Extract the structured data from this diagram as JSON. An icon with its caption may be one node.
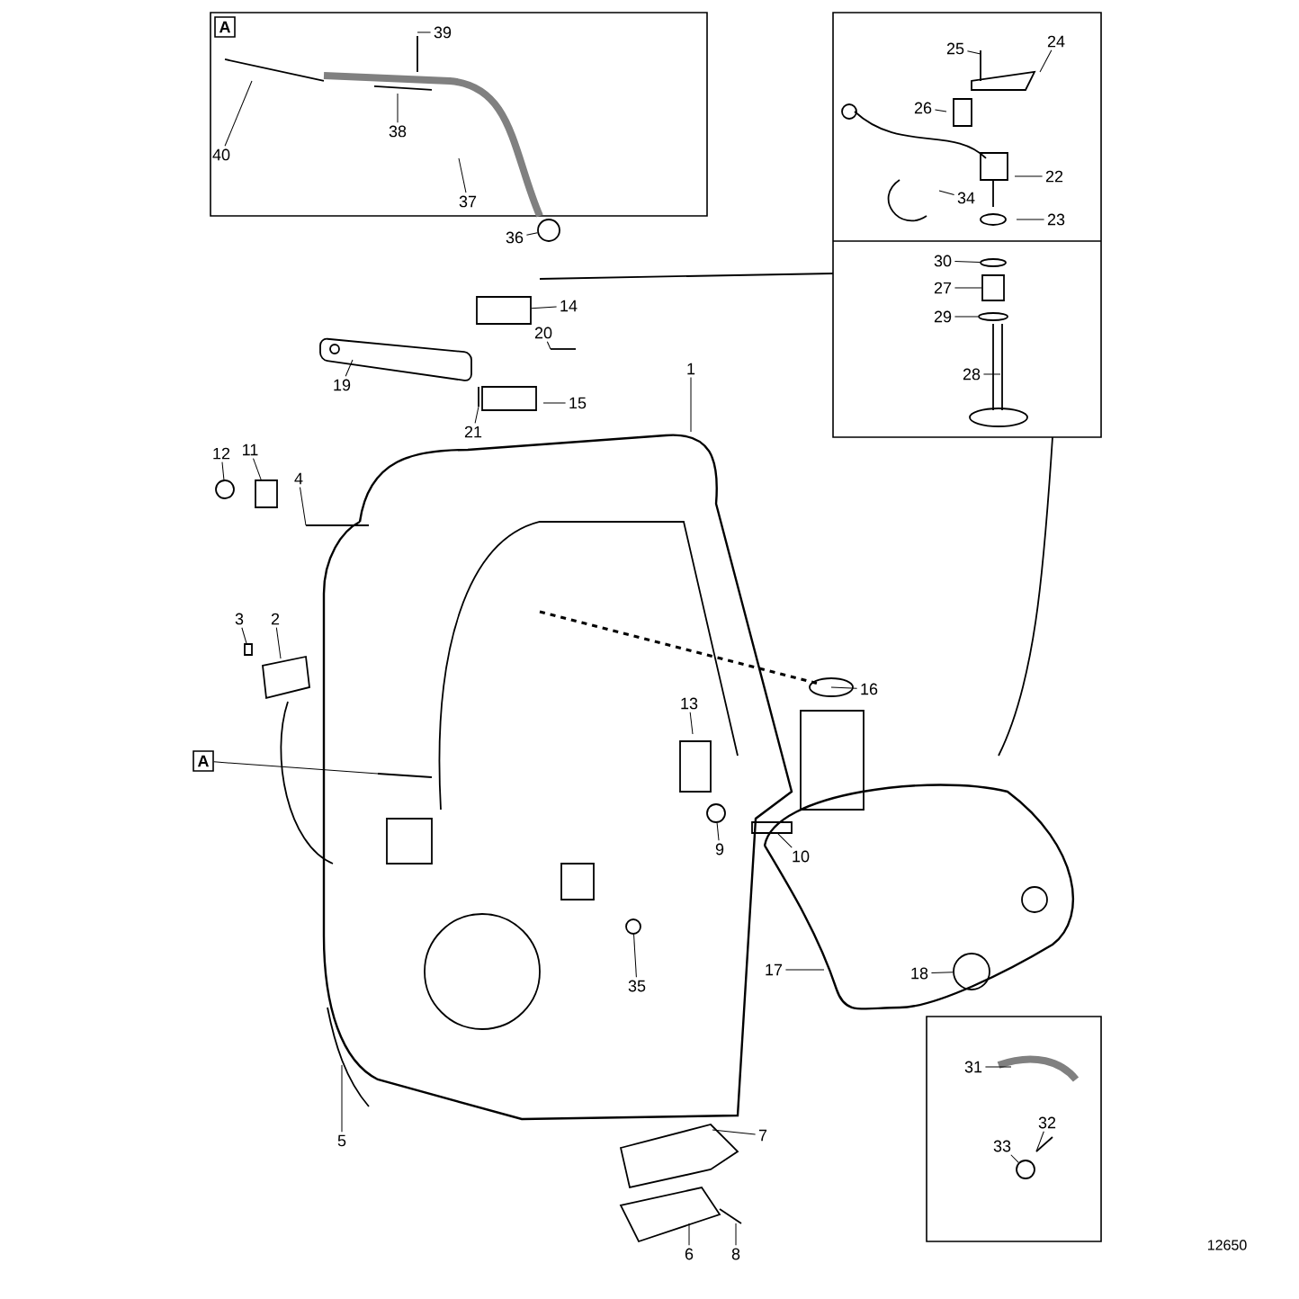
{
  "diagram": {
    "nodes": [
      {
        "text": [
          "40"
        ]
      },
      {
        "text": [
          "39"
        ]
      },
      {
        "text": [
          "38"
        ]
      },
      {
        "text": [
          "37"
        ]
      },
      {
        "text": [
          "36"
        ]
      },
      {
        "text": [
          "25"
        ]
      },
      {
        "text": [
          "24"
        ]
      },
      {
        "text": [
          "26"
        ]
      },
      {
        "text": [
          "22"
        ]
      },
      {
        "text": [
          "34"
        ]
      },
      {
        "text": [
          "23"
        ]
      },
      {
        "text": [
          "30"
        ]
      },
      {
        "text": [
          "27"
        ]
      },
      {
        "text": [
          "29"
        ]
      },
      {
        "text": [
          "28"
        ]
      },
      {
        "text": [
          "14"
        ]
      },
      {
        "text": [
          "20"
        ]
      },
      {
        "text": [
          "19"
        ]
      },
      {
        "text": [
          "15"
        ]
      },
      {
        "text": [
          "21"
        ]
      },
      {
        "text": [
          "1"
        ]
      },
      {
        "text": [
          "12"
        ]
      },
      {
        "text": [
          "11"
        ]
      },
      {
        "text": [
          "4"
        ]
      },
      {
        "text": [
          "3"
        ]
      },
      {
        "text": [
          "2"
        ]
      },
      {
        "text": [
          "A"
        ]
      },
      {
        "text": [
          "16"
        ]
      },
      {
        "text": [
          "13"
        ]
      },
      {
        "text": [
          "9"
        ]
      },
      {
        "text": [
          "10"
        ]
      },
      {
        "text": [
          "17"
        ]
      },
      {
        "text": [
          "18"
        ]
      },
      {
        "text": [
          "35"
        ]
      },
      {
        "text": [
          "31"
        ]
      },
      {
        "text": [
          "32"
        ]
      },
      {
        "text": [
          "33"
        ]
      },
      {
        "text": [
          "7"
        ]
      },
      {
        "text": [
          "5"
        ]
      },
      {
        "text": [
          "6"
        ]
      },
      {
        "text": [
          "8"
        ]
      },
      {
        "text": [
          "A"
        ]
      },
      {
        "text": [],
        "shape": "circle"
      },
      {
        "text": [],
        "shape": "ellipse"
      },
      {
        "text": [],
        "shape": "box"
      },
      {
        "text": [],
        "shape": "ellipse"
      },
      {
        "text": [],
        "shape": "box"
      },
      {
        "text": [],
        "shape": "circle"
      },
      {
        "text": [],
        "shape": "box"
      },
      {
        "text": [],
        "shape": "box"
      },
      {
        "text": [],
        "shape": "circle"
      },
      {
        "text": [],
        "shape": "box"
      },
      {
        "text": [],
        "shape": "circle"
      },
      {
        "text": [],
        "shape": "circle"
      },
      {
        "text": [],
        "shape": "circle"
      }
    ],
    "edges": [
      {
        "from": 0,
        "to": null,
        "arrow": "none"
      },
      {
        "from": 1,
        "to": null,
        "arrow": "none"
      },
      {
        "from": 2,
        "to": null,
        "arrow": "none"
      },
      {
        "from": 3,
        "to": null,
        "arrow": "none"
      },
      {
        "from": 4,
        "to": 42,
        "arrow": "none"
      },
      {
        "from": 5,
        "to": null,
        "arrow": "none"
      },
      {
        "from": 6,
        "to": null,
        "arrow": "none"
      },
      {
        "from": 7,
        "to": null,
        "arrow": "none"
      },
      {
        "from": 8,
        "to": null,
        "arrow": "none"
      },
      {
        "from": 9,
        "to": null,
        "arrow": "none"
      },
      {
        "from": 10,
        "to": null,
        "arrow": "none"
      },
      {
        "from": 11,
        "to": 43,
        "arrow": "none"
      },
      {
        "from": 12,
        "to": 44,
        "arrow": "none"
      },
      {
        "from": 13,
        "to": 45,
        "arrow": "none"
      },
      {
        "from": 14,
        "to": null,
        "arrow": "none"
      },
      {
        "from": 15,
        "to": 46,
        "arrow": "none"
      },
      {
        "from": 16,
        "to": null,
        "arrow": "none"
      },
      {
        "from": 17,
        "to": null,
        "arrow": "none"
      },
      {
        "from": 18,
        "to": null,
        "arrow": "none"
      },
      {
        "from": 19,
        "to": null,
        "arrow": "none"
      },
      {
        "from": 20,
        "to": null,
        "arrow": "none"
      },
      {
        "from": 21,
        "to": 47,
        "arrow": "none"
      },
      {
        "from": 22,
        "to": 48,
        "arrow": "none"
      },
      {
        "from": 23,
        "to": null,
        "arrow": "none"
      },
      {
        "from": 24,
        "to": 49,
        "arrow": "none"
      },
      {
        "from": 25,
        "to": null,
        "arrow": "none"
      },
      {
        "from": 26,
        "to": null,
        "arrow": "none"
      },
      {
        "from": 27,
        "to": null,
        "arrow": "none"
      },
      {
        "from": 28,
        "to": null,
        "arrow": "none"
      },
      {
        "from": 29,
        "to": 50,
        "arrow": "none"
      },
      {
        "from": 30,
        "to": 51,
        "arrow": "none"
      },
      {
        "from": 31,
        "to": null,
        "arrow": "none"
      },
      {
        "from": 32,
        "to": 52,
        "arrow": "none"
      },
      {
        "from": 33,
        "to": 53,
        "arrow": "none"
      },
      {
        "from": 34,
        "to": null,
        "arrow": "none"
      },
      {
        "from": 35,
        "to": null,
        "arrow": "none"
      },
      {
        "from": 36,
        "to": 54,
        "arrow": "none"
      },
      {
        "from": 37,
        "to": null,
        "arrow": "none"
      },
      {
        "from": 38,
        "to": null,
        "arrow": "none"
      },
      {
        "from": 39,
        "to": null,
        "arrow": "none"
      },
      {
        "from": 40,
        "to": null,
        "arrow": "none"
      }
    ],
    "labels": [
      "12650"
    ]
  }
}
